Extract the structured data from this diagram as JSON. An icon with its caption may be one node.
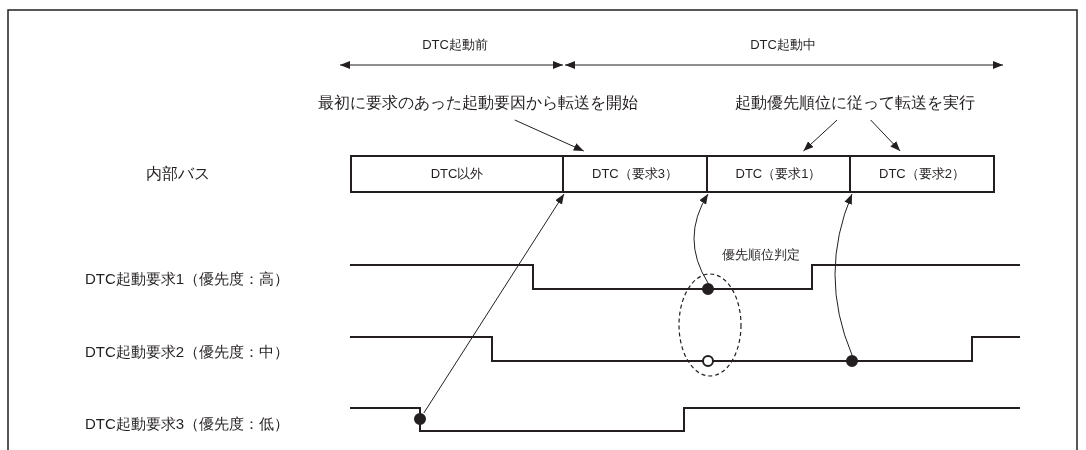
{
  "diagram": {
    "nodes": [
      {
        "text": [
          "最初に要求のあった起動要因から転送を開始"
        ]
      },
      {
        "text": [
          "起動優先順位に従って転送を実行"
        ]
      },
      {
        "text": [
          "DTC以外"
        ]
      },
      {
        "text": [
          "DTC（要求3）"
        ]
      },
      {
        "text": [
          "DTC（要求1）"
        ]
      },
      {
        "text": [
          "DTC（要求2）"
        ]
      },
      {
        "text": [],
        "shape": "circle"
      },
      {
        "text": [
          "優先順位判定"
        ]
      },
      {
        "text": [],
        "shape": "circle",
        "in": 7
      },
      {
        "text": [],
        "shape": "circle",
        "in": 7
      },
      {
        "text": [],
        "shape": "circle"
      }
    ],
    "edges": [
      {
        "from": 0,
        "to": 3,
        "arrow": "to"
      },
      {
        "from": 1,
        "to": 4,
        "arrow": "to"
      },
      {
        "from": 1,
        "to": 5,
        "arrow": "to"
      },
      {
        "from": 6,
        "to": 3,
        "arrow": "to"
      },
      {
        "from": 8,
        "to": 4,
        "arrow": "to"
      },
      {
        "from": 10,
        "to": 5,
        "arrow": "to"
      }
    ],
    "labels": [
      "DTC起動前",
      "DTC起動中",
      "内部バス",
      "DTC起動要求1（優先度：高）",
      "DTC起動要求2（優先度：中）",
      "DTC起動要求3（優先度：低）"
    ]
  }
}
